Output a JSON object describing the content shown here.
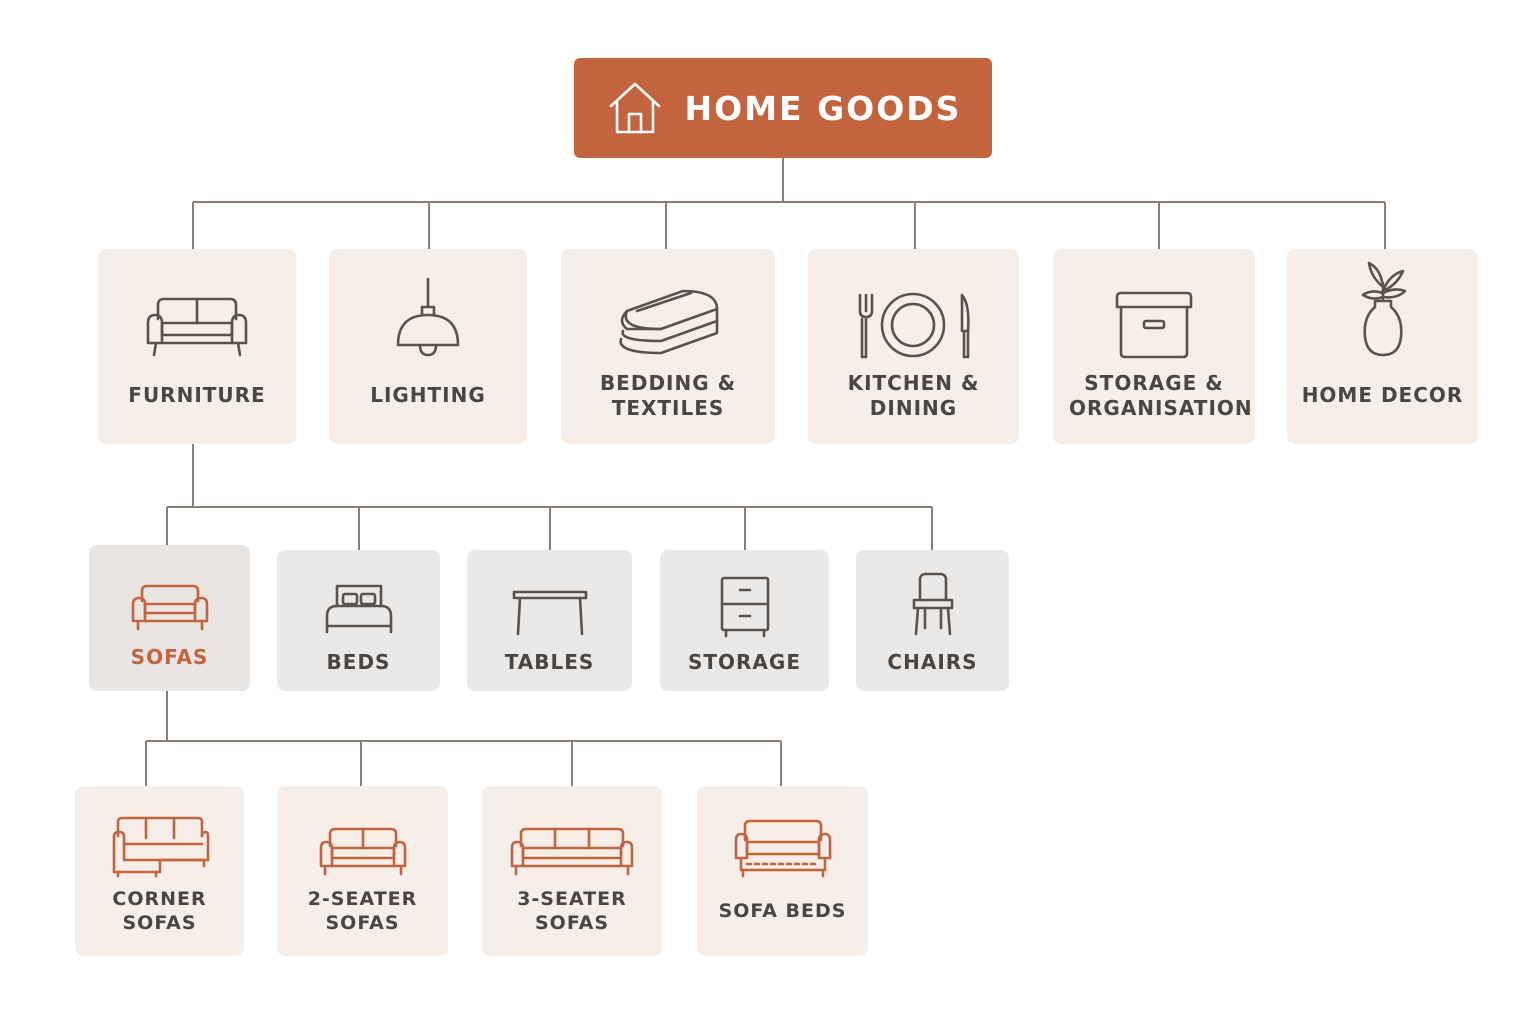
{
  "root": {
    "label": "HOME GOODS",
    "icon": "house-icon"
  },
  "colors": {
    "accent": "#c3643f",
    "line": "#8a7f77",
    "text": "#4a4643"
  },
  "level1": [
    {
      "label": "FURNITURE",
      "icon": "sofa-icon"
    },
    {
      "label": "LIGHTING",
      "icon": "pendant-lamp-icon"
    },
    {
      "label": "BEDDING & TEXTILES",
      "icon": "folded-blanket-icon"
    },
    {
      "label": "KITCHEN & DINING",
      "icon": "plate-cutlery-icon"
    },
    {
      "label": "STORAGE & ORGANISATION",
      "icon": "storage-box-icon"
    },
    {
      "label": "HOME DECOR",
      "icon": "vase-icon"
    }
  ],
  "level2": [
    {
      "label": "SOFAS",
      "icon": "sofa-icon",
      "selected": true
    },
    {
      "label": "BEDS",
      "icon": "bed-icon"
    },
    {
      "label": "TABLES",
      "icon": "table-icon"
    },
    {
      "label": "STORAGE",
      "icon": "cabinet-icon"
    },
    {
      "label": "CHAIRS",
      "icon": "chair-icon"
    }
  ],
  "level3": [
    {
      "label": "CORNER SOFAS",
      "icon": "corner-sofa-icon"
    },
    {
      "label": "2-SEATER SOFAS",
      "icon": "two-seater-sofa-icon"
    },
    {
      "label": "3-SEATER SOFAS",
      "icon": "three-seater-sofa-icon"
    },
    {
      "label": "SOFA BEDS",
      "icon": "sofa-bed-icon"
    }
  ]
}
